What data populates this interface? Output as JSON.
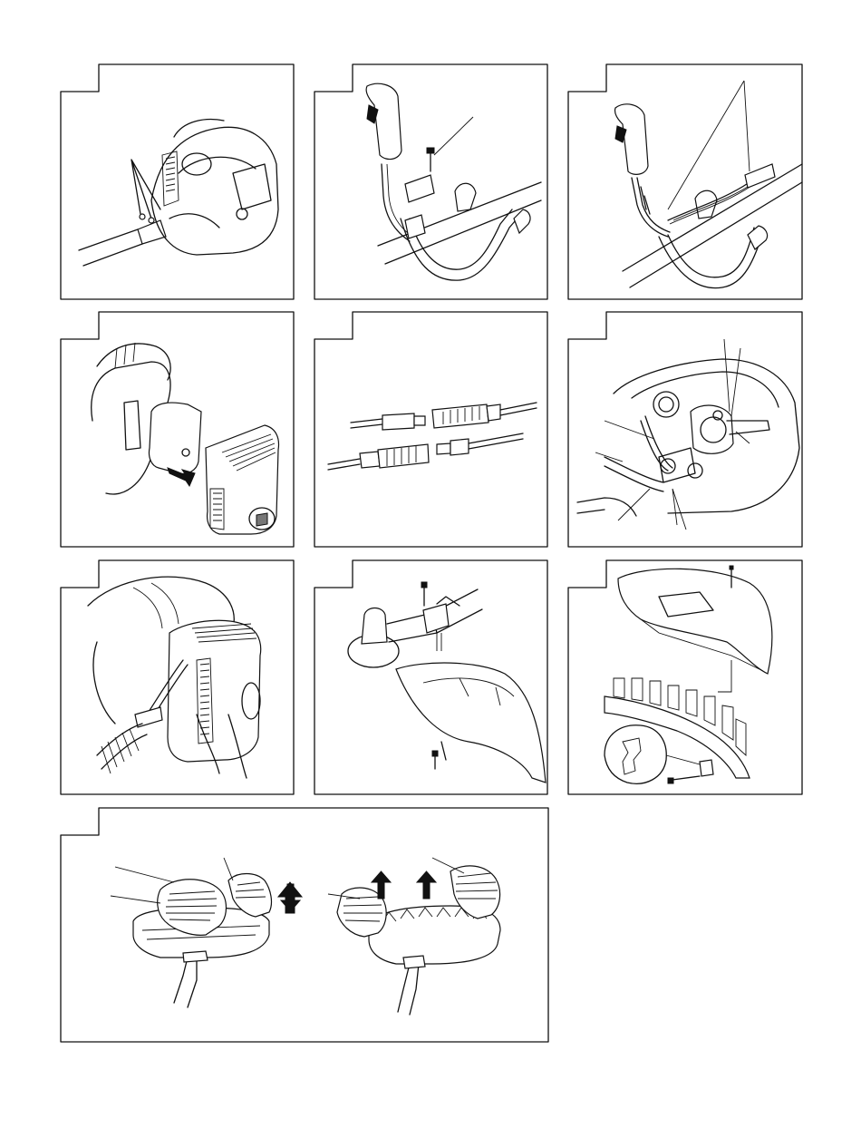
{
  "page": {
    "background": "#ffffff",
    "line_color": "#111111"
  },
  "panels": [
    {
      "id": "engine-drive-shaft-clamp",
      "icon": "engine-shaft-clamp-icon"
    },
    {
      "id": "handle-bar-clamp",
      "icon": "handle-bar-clamp-icon"
    },
    {
      "id": "handle-cable-routing",
      "icon": "handle-cable-routing-icon"
    },
    {
      "id": "air-filter-cover",
      "icon": "air-filter-cover-icon"
    },
    {
      "id": "wire-connectors",
      "icon": "wire-connectors-icon"
    },
    {
      "id": "throttle-cable-carburetor",
      "icon": "throttle-cable-carburetor-icon"
    },
    {
      "id": "cover-wire-connection",
      "icon": "cover-wire-connection-icon"
    },
    {
      "id": "gear-case-guard",
      "icon": "gear-case-guard-icon"
    },
    {
      "id": "guard-cutter-blade",
      "icon": "guard-cutter-blade-icon"
    },
    {
      "id": "gloved-hands-remove-guard",
      "icon": "gloved-hands-remove-guard-icon"
    }
  ]
}
